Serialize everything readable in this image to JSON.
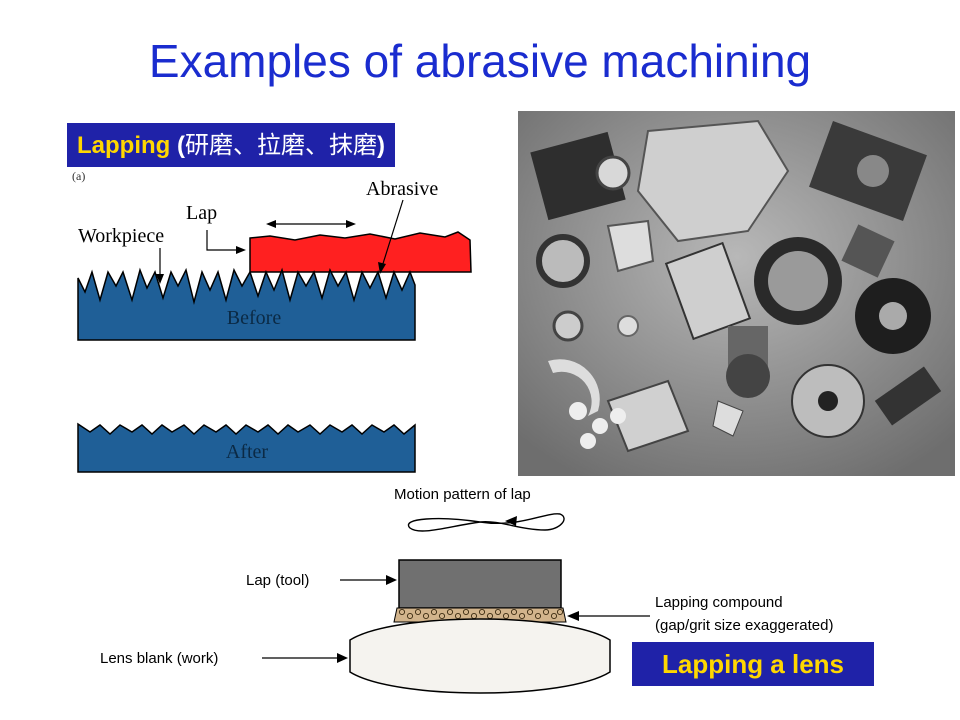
{
  "title": "Examples of abrasive machining",
  "lapping_label": {
    "word": "Lapping",
    "open": " (",
    "chinese": "研磨、拉磨、抹磨",
    "close": ")"
  },
  "diagram1": {
    "corner_label": "(a)",
    "abrasive": "Abrasive",
    "lap": "Lap",
    "workpiece": "Workpiece",
    "before": "Before",
    "after": "After"
  },
  "diagram2": {
    "motion_pattern": "Motion pattern of lap",
    "lap_tool": "Lap (tool)",
    "lens_blank": "Lens blank (work)",
    "compound_line1": "Lapping compound",
    "compound_line2": "(gap/grit size exaggerated)",
    "caption": "Lapping a lens"
  },
  "colors": {
    "title": "#1a2ccf",
    "label_bg": "#1f22a8",
    "label_accent": "#ffd700",
    "workpiece": "#1f5f97",
    "lap": "#ff2020",
    "lens_lap": "#707070"
  }
}
